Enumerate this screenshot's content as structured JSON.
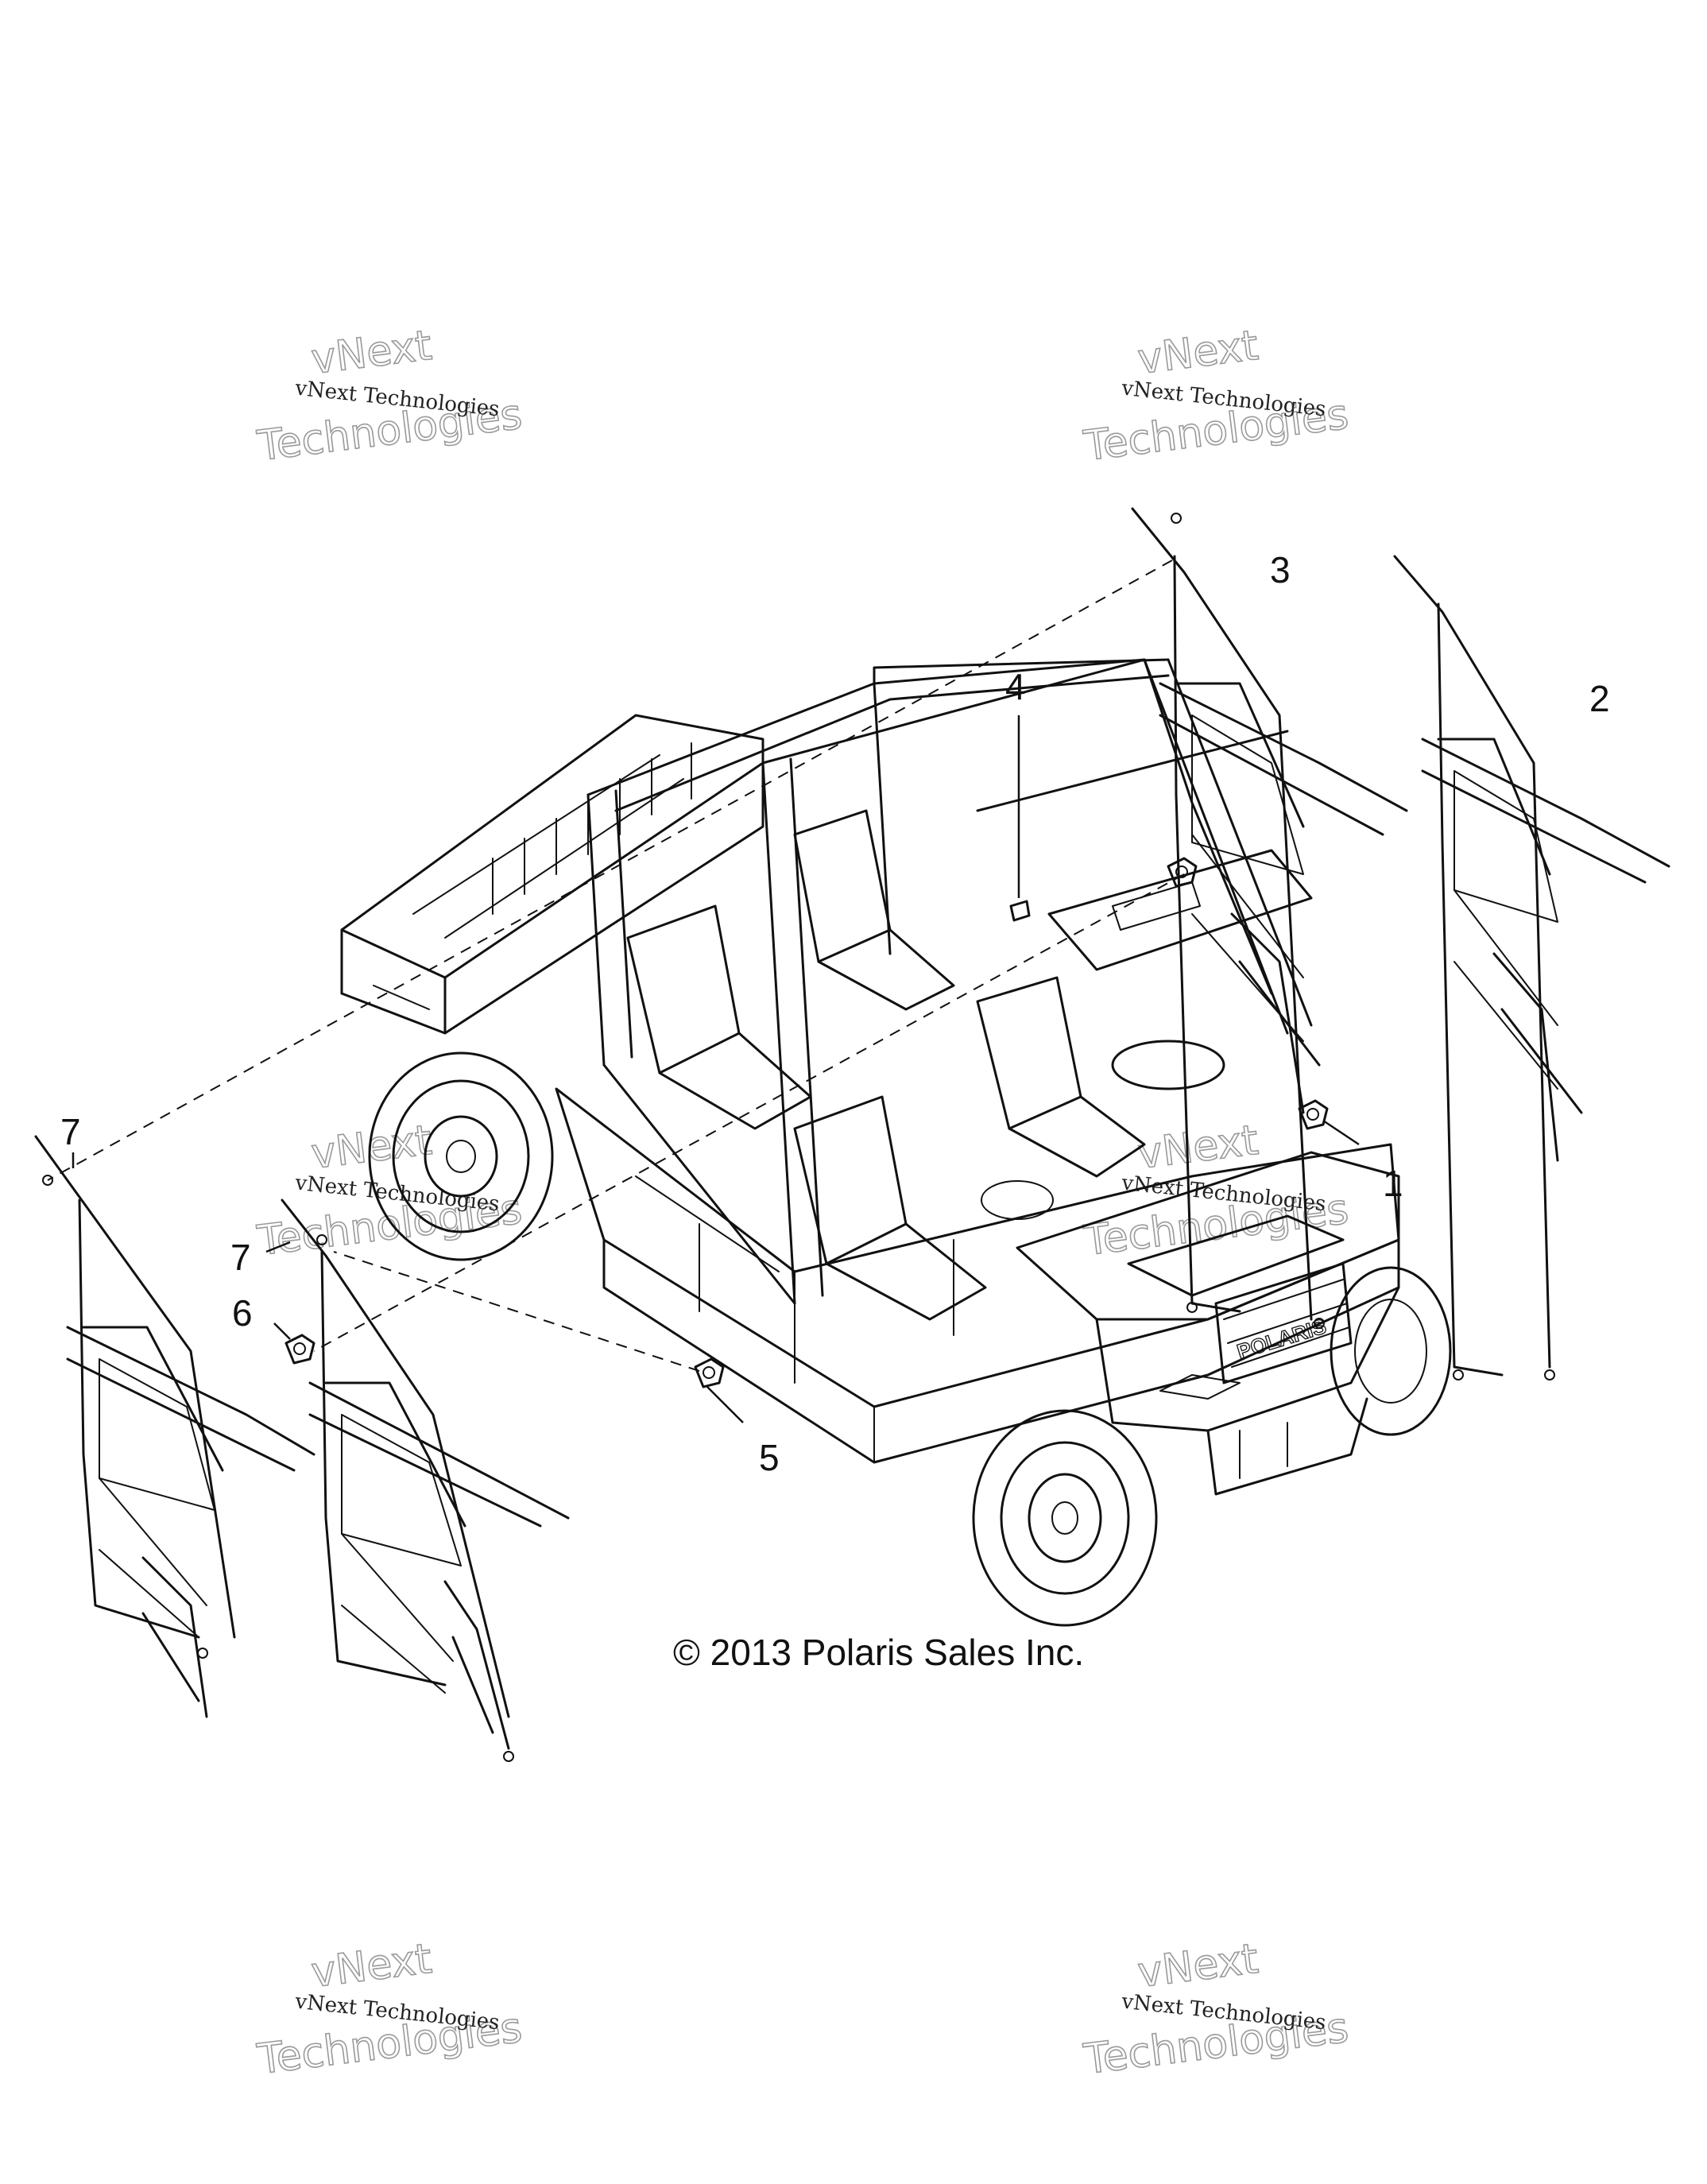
{
  "diagram": {
    "callouts": [
      "1",
      "2",
      "3",
      "4",
      "5",
      "6",
      "7",
      "7"
    ],
    "copyright": "© 2013 Polaris Sales Inc.",
    "vehicle_badge": "POLARIS",
    "watermark": {
      "small": "vNext Technologies",
      "big_top": "vNext",
      "big_bottom": "Technologies"
    }
  }
}
